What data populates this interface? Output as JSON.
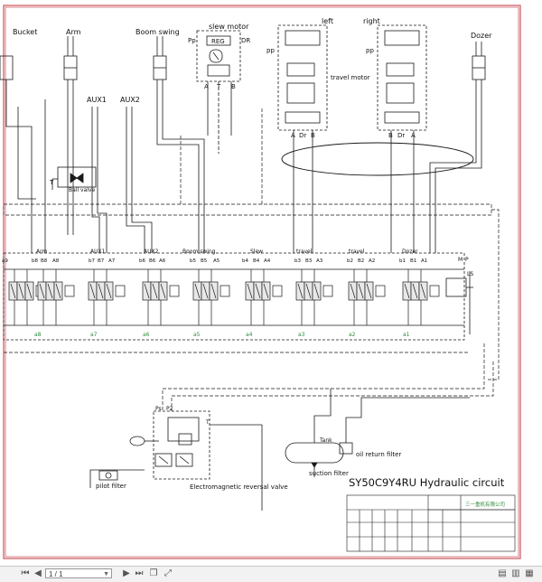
{
  "diagram": {
    "title": "SY50C9Y4RU Hydraulic circuit",
    "company": "三一重机有限公司",
    "top_actuators": [
      "Bucket",
      "Arm",
      "Boom swing"
    ],
    "aux_lines": [
      "AUX1",
      "AUX2"
    ],
    "ball_valve": "Ball valve",
    "ball_valve_port": "T",
    "slew_motor": {
      "label": "slew motor",
      "block": "REG",
      "ports": [
        "Pp",
        "DR",
        "A",
        "T",
        "B"
      ]
    },
    "travel_motor": {
      "label": "travel motor",
      "left": "left",
      "right": "right",
      "pp": "pp",
      "left_ports": [
        "A",
        "Dr",
        "B"
      ],
      "right_ports": [
        "B",
        "Dr",
        "A"
      ]
    },
    "dozer": "Dozer",
    "valve_sections": [
      "Arm",
      "AUX1",
      "AUX2",
      "Boom swing",
      "Slew",
      "travel",
      "travel",
      "Dozer"
    ],
    "top_ports": [
      "a9",
      "b8",
      "B8",
      "A8",
      "b7",
      "B7",
      "A7",
      "b6",
      "B6",
      "A6",
      "b5",
      "B5",
      "A5",
      "b4",
      "B4",
      "A4",
      "b3",
      "B3",
      "A3",
      "b2",
      "B2",
      "A2",
      "b1",
      "B1",
      "A1"
    ],
    "bottom_ports": [
      "a8",
      "a7",
      "a6",
      "a5",
      "a4",
      "a3",
      "a2",
      "a1"
    ],
    "manifold_ports": [
      "M",
      "P",
      "LS"
    ],
    "pump": {
      "ports": [
        "Ps",
        "P2",
        "T"
      ]
    },
    "tank": "Tank",
    "suction_filter": "suction filter",
    "oil_return_filter": "oil return filter",
    "pilot_filter": "pilot filter",
    "em_valve": "Electromagnetic reversal valve"
  },
  "toolbar": {
    "page_value": "1 / 1",
    "icons": [
      "first-page-icon",
      "previous-page-icon",
      "page-selector",
      "next-page-icon",
      "last-page-icon",
      "copy-icon",
      "fit-page-icon",
      "single-page-icon",
      "two-page-icon",
      "continuous-page-icon"
    ]
  },
  "colors": {
    "line": "#1a1a1a",
    "frame": "#c0303a",
    "green": "#2e8b3a",
    "valve_fill": "#e8e8e8"
  }
}
